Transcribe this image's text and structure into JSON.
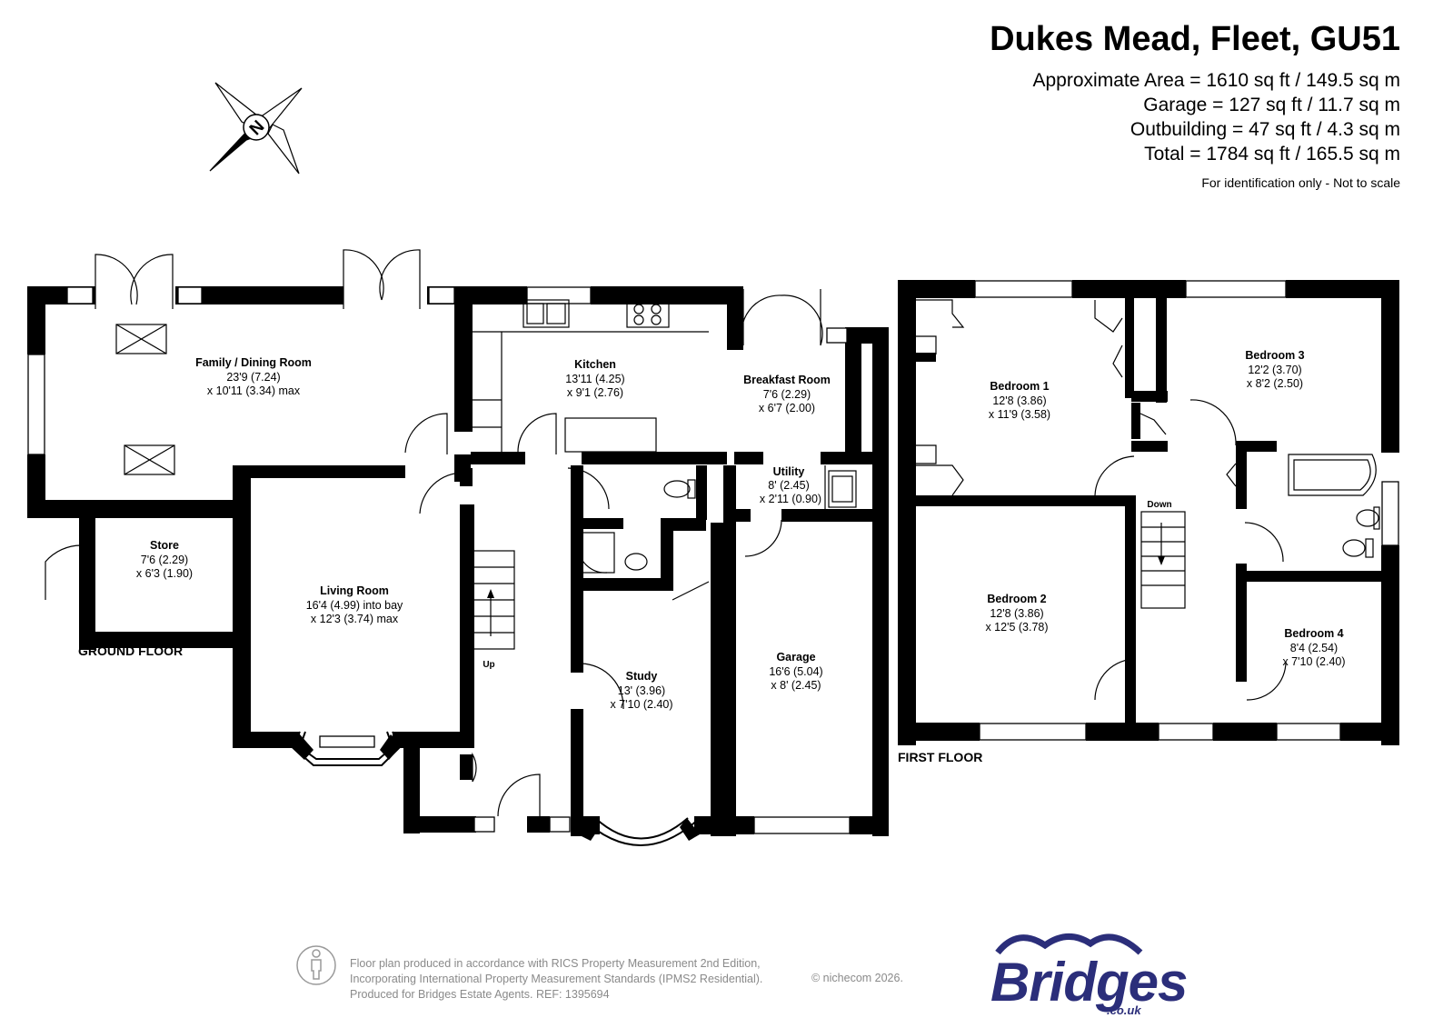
{
  "header": {
    "title": "Dukes Mead, Fleet, GU51",
    "areas": [
      "Approximate Area = 1610 sq ft / 149.5 sq m",
      "Garage = 127 sq ft / 11.7 sq m",
      "Outbuilding = 47 sq ft / 4.3 sq m",
      "Total = 1784 sq ft / 165.5 sq m"
    ],
    "note": "For identification only - Not to scale"
  },
  "compass": {
    "letter": "N"
  },
  "ground_floor": {
    "label": "GROUND FLOOR",
    "stairs": "Up",
    "rooms": {
      "family": {
        "name": "Family / Dining Room",
        "dim1": "23'9 (7.24)",
        "dim2": "x 10'11 (3.34) max"
      },
      "kitchen": {
        "name": "Kitchen",
        "dim1": "13'11 (4.25)",
        "dim2": "x 9'1 (2.76)"
      },
      "breakfast": {
        "name": "Breakfast Room",
        "dim1": "7'6 (2.29)",
        "dim2": "x 6'7 (2.00)"
      },
      "utility": {
        "name": "Utility",
        "dim1": "8' (2.45)",
        "dim2": "x 2'11 (0.90)"
      },
      "store": {
        "name": "Store",
        "dim1": "7'6 (2.29)",
        "dim2": "x 6'3 (1.90)"
      },
      "living": {
        "name": "Living Room",
        "dim1": "16'4 (4.99) into bay",
        "dim2": "x 12'3 (3.74) max"
      },
      "study": {
        "name": "Study",
        "dim1": "13' (3.96)",
        "dim2": "x 7'10 (2.40)"
      },
      "garage": {
        "name": "Garage",
        "dim1": "16'6 (5.04)",
        "dim2": "x 8' (2.45)"
      }
    }
  },
  "first_floor": {
    "label": "FIRST FLOOR",
    "stairs": "Down",
    "rooms": {
      "bed1": {
        "name": "Bedroom 1",
        "dim1": "12'8 (3.86)",
        "dim2": "x 11'9 (3.58)"
      },
      "bed2": {
        "name": "Bedroom 2",
        "dim1": "12'8 (3.86)",
        "dim2": "x 12'5 (3.78)"
      },
      "bed3": {
        "name": "Bedroom 3",
        "dim1": "12'2 (3.70)",
        "dim2": "x 8'2 (2.50)"
      },
      "bed4": {
        "name": "Bedroom 4",
        "dim1": "8'4 (2.54)",
        "dim2": "x 7'10 (2.40)"
      }
    }
  },
  "footer": {
    "lines": [
      "Floor plan produced in accordance with RICS Property Measurement 2nd Edition,",
      "Incorporating International Property Measurement Standards (IPMS2 Residential).",
      "Produced for Bridges Estate Agents.    REF: 1395694"
    ],
    "copyright": "© nichecom 2026.",
    "logo": "Bridges",
    "logo_sub": ".co.uk",
    "brand_color": "#2b2e7a"
  }
}
